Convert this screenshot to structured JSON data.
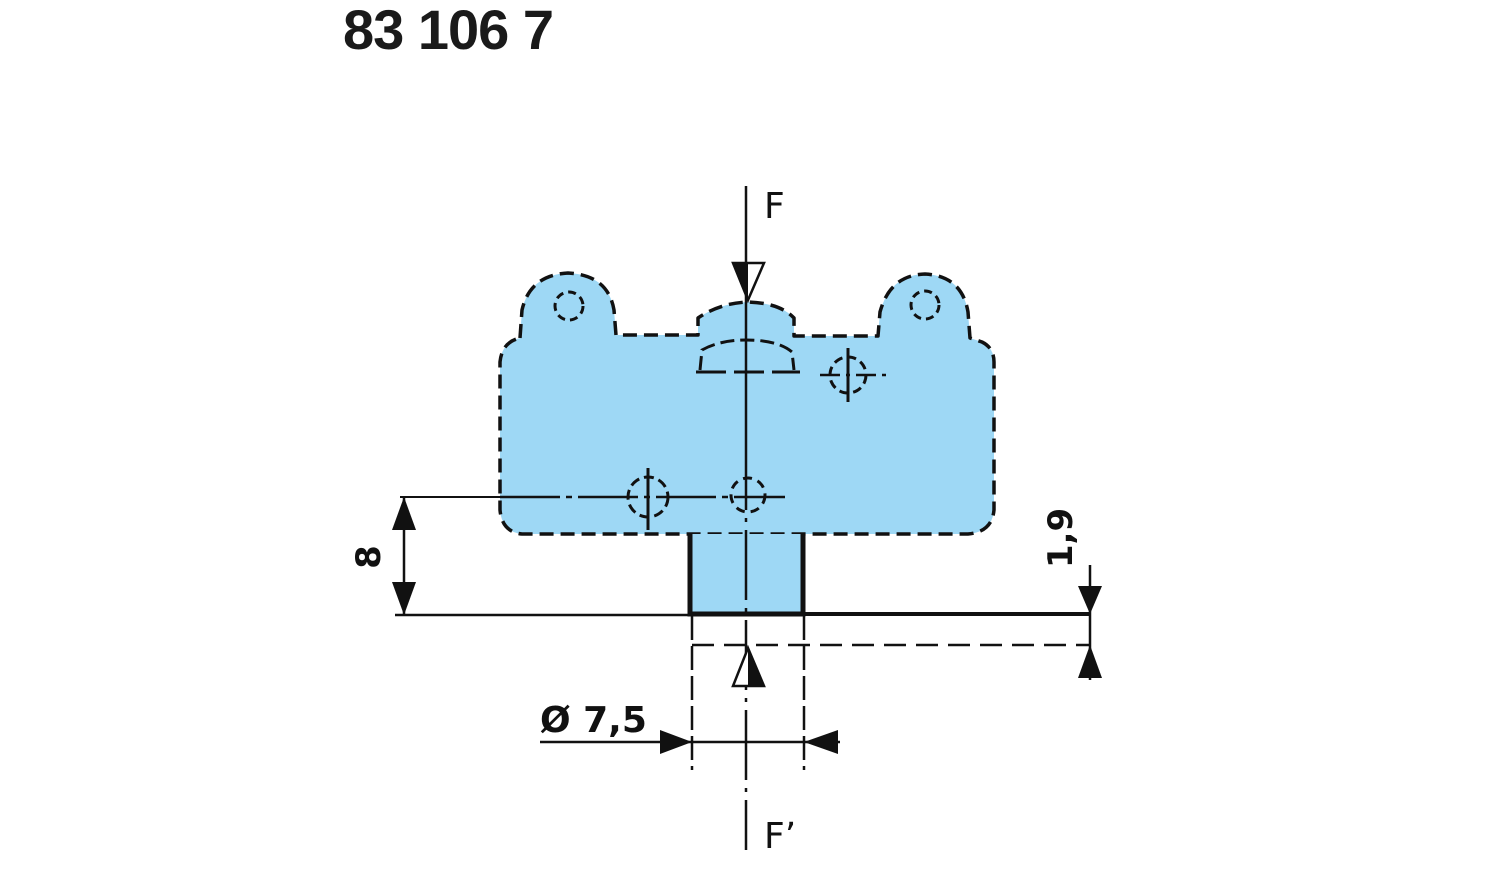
{
  "title": {
    "part_number": "83 106 7"
  },
  "colors": {
    "body_fill": "#9ED8F5",
    "line": "#111111",
    "background": "#ffffff"
  },
  "drawing": {
    "force_label_top": "F",
    "force_label_bottom": "F’",
    "dimensions": {
      "height_label": "8",
      "plunger_diameter_label": "Ø 7,5",
      "travel_label": "1,9"
    }
  }
}
